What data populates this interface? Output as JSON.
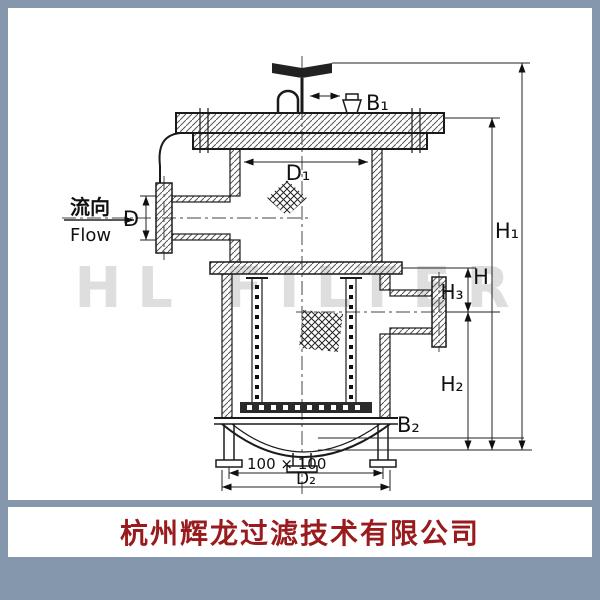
{
  "page": {
    "watermark": "HL FILTER",
    "footer": {
      "company_name": "杭州辉龙过滤技术有限公司"
    },
    "colors": {
      "frame": "#8497ad",
      "footer_text": "#991b1e",
      "line": "#1a1a1a",
      "watermark": "#c9c9c9",
      "paper": "#ffffff"
    }
  },
  "diagram": {
    "type": "basket-strainer-sectional-drawing",
    "flow": {
      "cn": "流向",
      "en": "Flow"
    },
    "labels": {
      "b1": "B₁",
      "d1": "D₁",
      "d": "D",
      "h1": "H₁",
      "h": "H",
      "h3": "H₃",
      "h2": "H₂",
      "b2": "B₂",
      "base": "100 × 100",
      "d2": "D₂"
    }
  }
}
